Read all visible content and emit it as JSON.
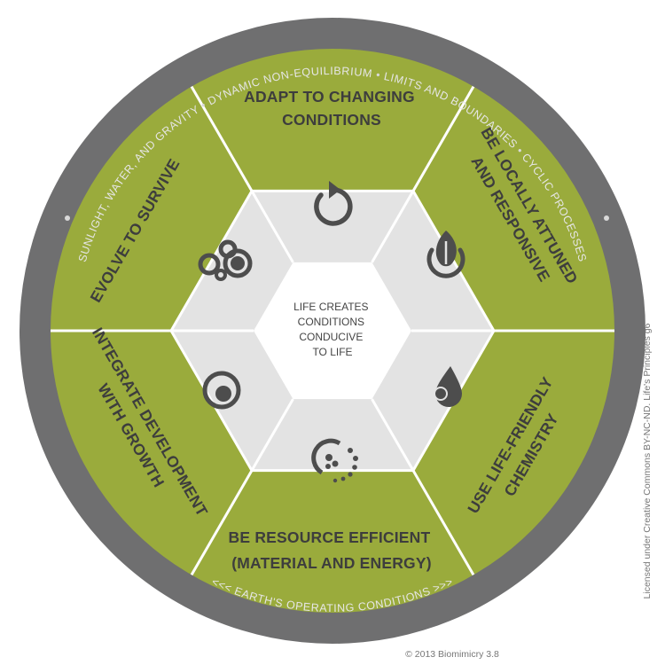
{
  "colors": {
    "outer_ring": "#6f6f70",
    "segment_green": "#9aab3c",
    "inner_grey": "#e3e3e3",
    "center_white": "#ffffff",
    "divider": "#ffffff",
    "icon": "#4d4d4d"
  },
  "center": {
    "lines": [
      "LIFE CREATES",
      "CONDITIONS",
      "CONDUCIVE",
      "TO LIFE"
    ]
  },
  "segments": [
    {
      "id": "adapt",
      "lines": [
        "ADAPT TO CHANGING",
        "CONDITIONS"
      ],
      "icon": "cycle-arrow-icon"
    },
    {
      "id": "locally",
      "lines": [
        "BE LOCALLY ATTUNED",
        "AND RESPONSIVE"
      ],
      "icon": "leaf-flame-icon"
    },
    {
      "id": "chemistry",
      "lines": [
        "USE LIFE-FRIENDLY",
        "CHEMISTRY"
      ],
      "icon": "water-drop-icon"
    },
    {
      "id": "resource",
      "lines": [
        "BE RESOURCE EFFICIENT",
        "(MATERIAL AND ENERGY)"
      ],
      "icon": "dotted-spiral-icon"
    },
    {
      "id": "integrate",
      "lines": [
        "INTEGRATE DEVELOPMENT",
        "WITH GROWTH"
      ],
      "icon": "nested-circle-icon"
    },
    {
      "id": "evolve",
      "lines": [
        "EVOLVE TO SURVIVE"
      ],
      "icon": "bubble-cluster-icon"
    }
  ],
  "ring_top": [
    "SUNLIGHT, WATER, AND GRAVITY",
    "DYNAMIC NON-EQUILIBRIUM",
    "LIMITS AND BOUNDARIES",
    "CYCLIC PROCESSES"
  ],
  "ring_bottom": "<<< EARTH'S OPERATING CONDITIONS >>>",
  "license_text": "Licensed under Creative Commons BY-NC-ND. Life's Principles g6",
  "copyright_text": "© 2013 Biomimicry 3.8"
}
